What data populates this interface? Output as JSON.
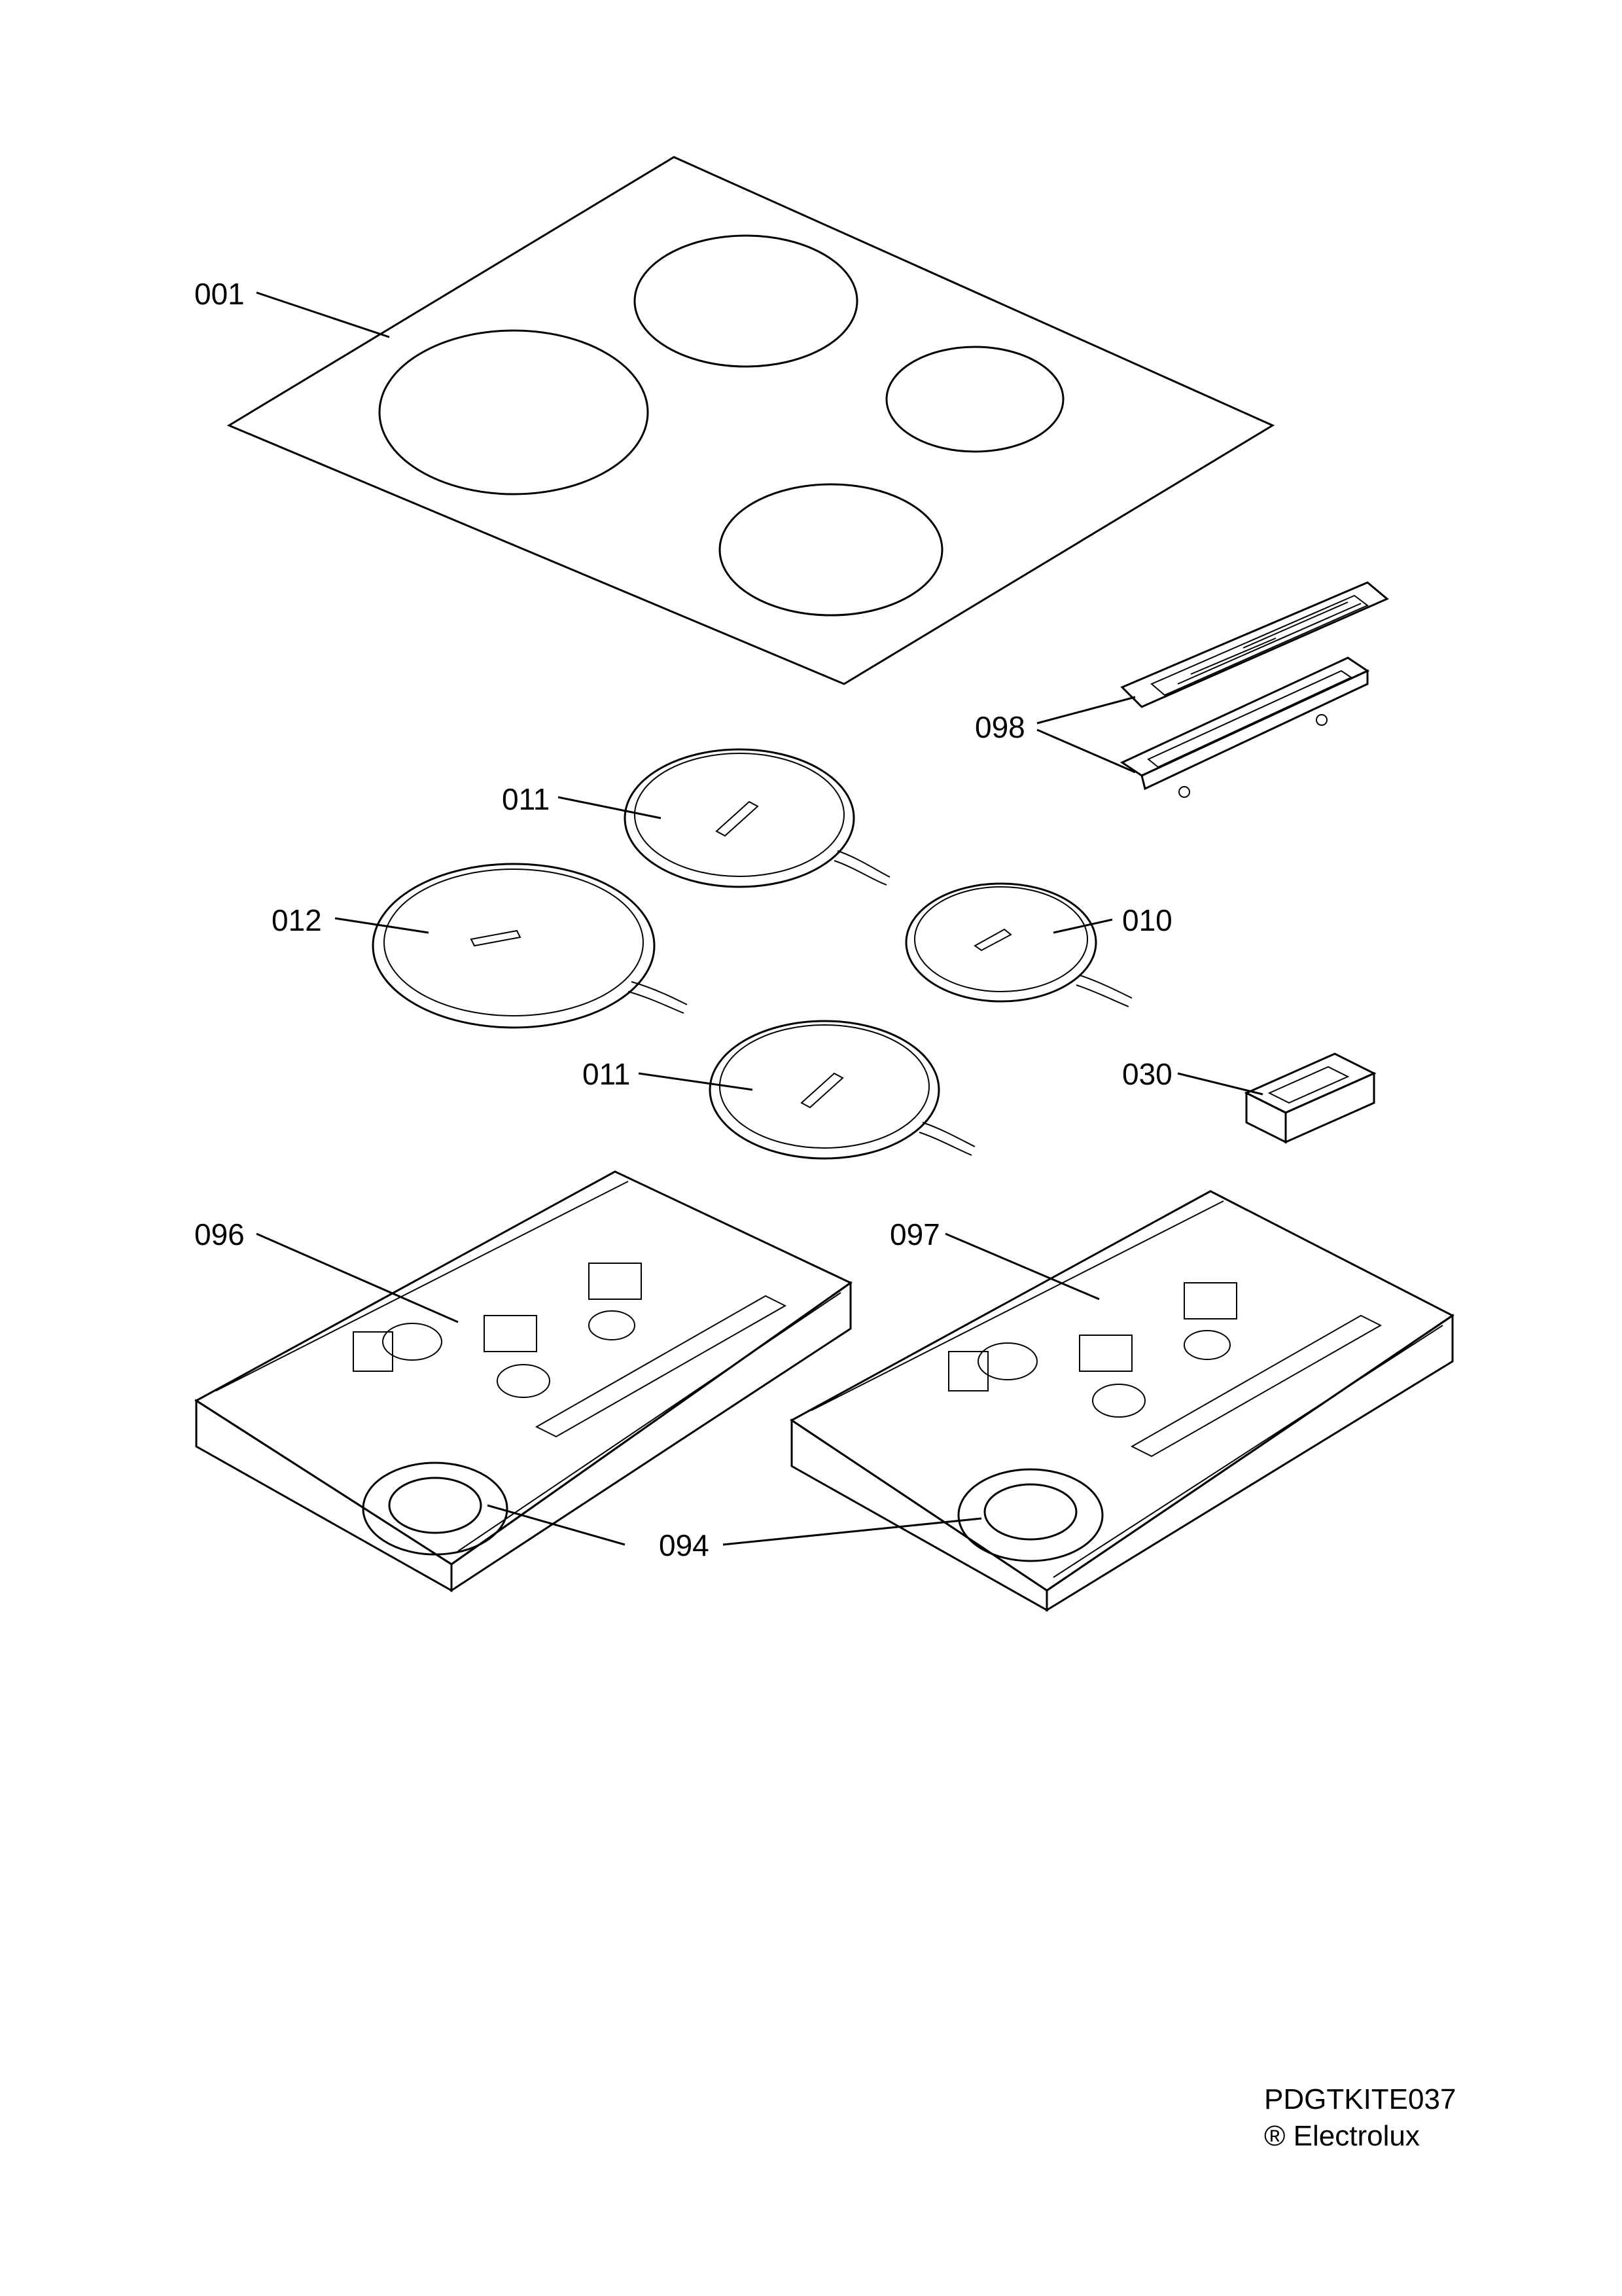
{
  "part_labels": {
    "glass_top": "001",
    "control_panel": "098",
    "hob_front_right": "011",
    "hob_large": "012",
    "hob_small": "010",
    "hob_rear": "011",
    "junction_box": "030",
    "generator_left": "096",
    "generator_right": "097",
    "coil": "094"
  },
  "footer": {
    "drawing_code": "PDGTKITE037",
    "brand": "® Electrolux"
  }
}
